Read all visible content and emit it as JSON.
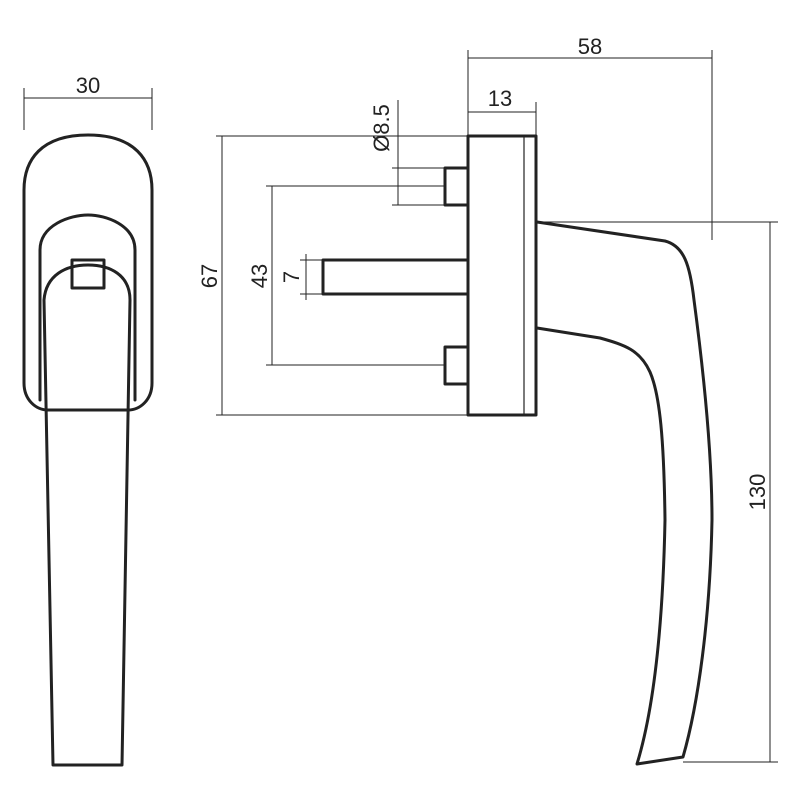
{
  "dimensions": {
    "front_width": "30",
    "overall_depth": "58",
    "base_depth": "13",
    "pin_diameter": "Ø8.5",
    "base_height": "67",
    "pin_spacing": "43",
    "spindle_size": "7",
    "handle_length": "130"
  }
}
